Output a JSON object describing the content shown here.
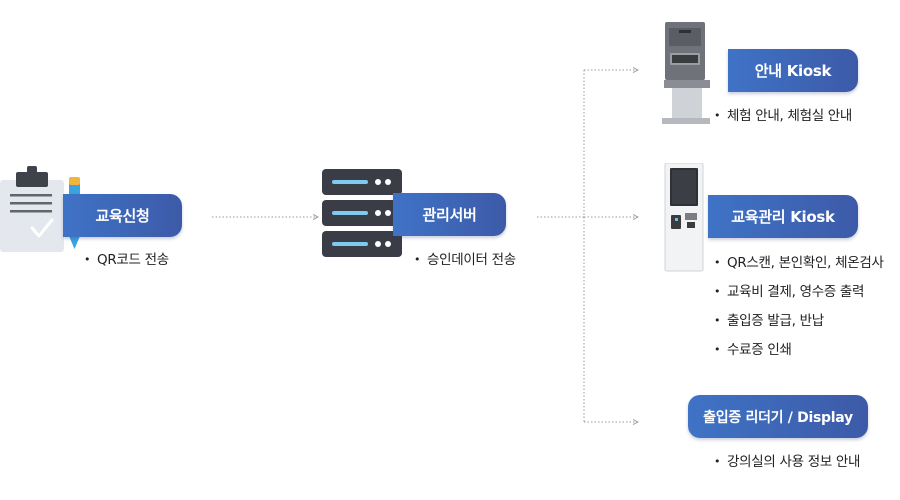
{
  "nodes": {
    "apply": {
      "label": "교육신청",
      "items": [
        "QR코드 전송"
      ]
    },
    "server": {
      "label": "관리서버",
      "items": [
        "승인데이터 전송"
      ]
    },
    "guide_kiosk": {
      "label": "안내 Kiosk",
      "items": [
        "체험 안내, 체험실 안내"
      ]
    },
    "mgmt_kiosk": {
      "label": "교육관리 Kiosk",
      "items": [
        "QR스캔, 본인확인, 체온검사",
        "교육비 결제, 영수증 출력",
        "출입증 발급, 반납",
        "수료증 인쇄"
      ]
    },
    "reader": {
      "label": "출입증 리더기 / Display",
      "items": [
        "강의실의 사용 정보 안내"
      ]
    }
  },
  "icons": {
    "apply": "clipboard-pen-icon",
    "server": "server-rack-icon",
    "guide_kiosk": "info-kiosk-icon",
    "mgmt_kiosk": "touch-kiosk-icon"
  },
  "colors": {
    "pill_start": "#3f73c6",
    "pill_end": "#3d5aa8",
    "connector": "#9a9a9a",
    "server_body": "#3a3d46",
    "server_light": "#7dcbf0"
  }
}
